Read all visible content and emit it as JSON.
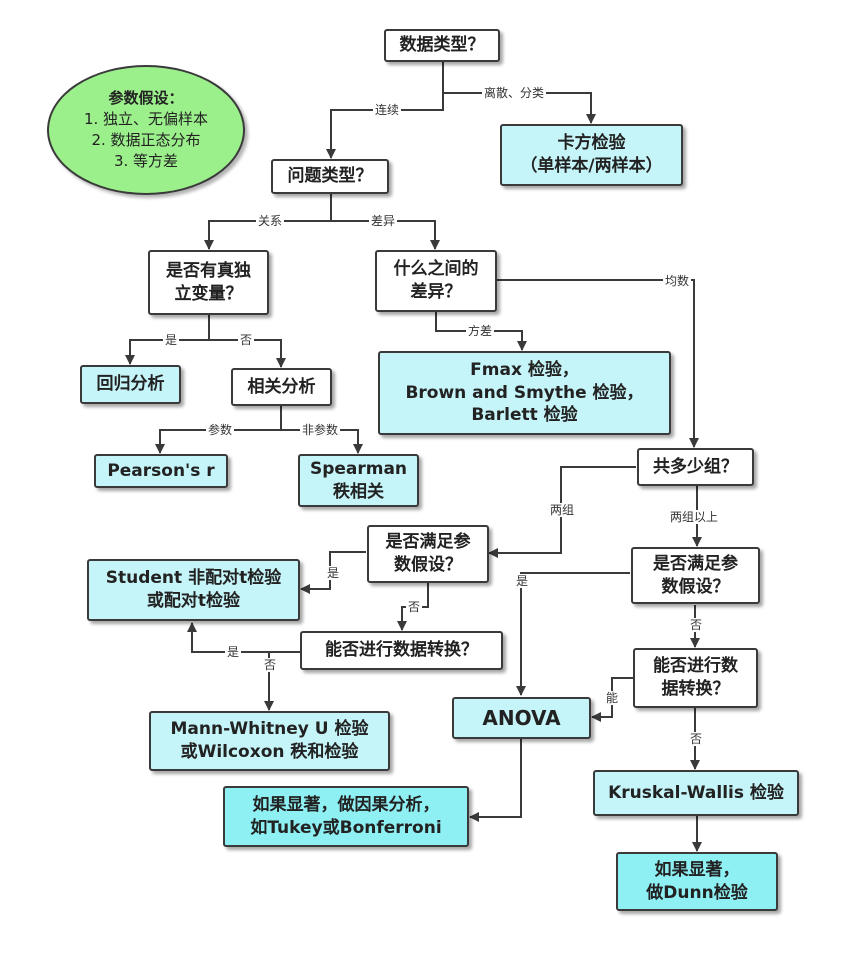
{
  "assumptions": {
    "title": "参数假设：",
    "items": [
      "1. 独立、无偏样本",
      "2. 数据正态分布",
      "3. 等方差"
    ]
  },
  "nodes": {
    "data_type": "数据类型？",
    "chi_square": "卡方检验\n（单样本/两样本）",
    "question_type": "问题类型？",
    "independent_var": "是否有真独\n立变量？",
    "difference_between": "什么之间的\n差异？",
    "regression": "回归分析",
    "correlation": "相关分析",
    "fmax": "Fmax 检验，\nBrown and Smythe 检验，\nBarlett 检验",
    "pearson": "Pearson's r",
    "spearman": "Spearman\n秩相关",
    "group_count": "共多少组？",
    "param_two": "是否满足参\n数假设？",
    "param_multi": "是否满足参\n数假设？",
    "t_test": "Student 非配对t检验\n或配对t检验",
    "transform_two": "能否进行数据转换？",
    "transform_multi": "能否进行数\n据转换？",
    "anova": "ANOVA",
    "mann_whitney": "Mann-Whitney U 检验\n或Wilcoxon 秩和检验",
    "kruskal": "Kruskal-Wallis 检验",
    "posthoc": "如果显著，做因果分析，\n如Tukey或Bonferroni",
    "dunn": "如果显著，\n做Dunn检验"
  },
  "edge_labels": {
    "discrete": "离散、分类",
    "continuous": "连续",
    "relation": "关系",
    "difference": "差异",
    "yes_regression": "是",
    "no_correlation": "否",
    "parametric": "参数",
    "nonparametric": "非参数",
    "variance": "方差",
    "mean": "均数",
    "two_groups": "两组",
    "more_groups": "两组以上",
    "yes_t": "是",
    "no_transform_two": "否",
    "yes_transform_t": "是",
    "no_mann": "否",
    "yes_anova": "是",
    "no_transform_multi": "否",
    "can_anova": "能",
    "no_kruskal": "否"
  },
  "colors": {
    "node_fill": "#ffffff",
    "result_fill": "#c6f5f9",
    "final_fill": "#8ff0f4",
    "assumption_fill": "#9cf08c",
    "line": "#3a3a3a"
  }
}
